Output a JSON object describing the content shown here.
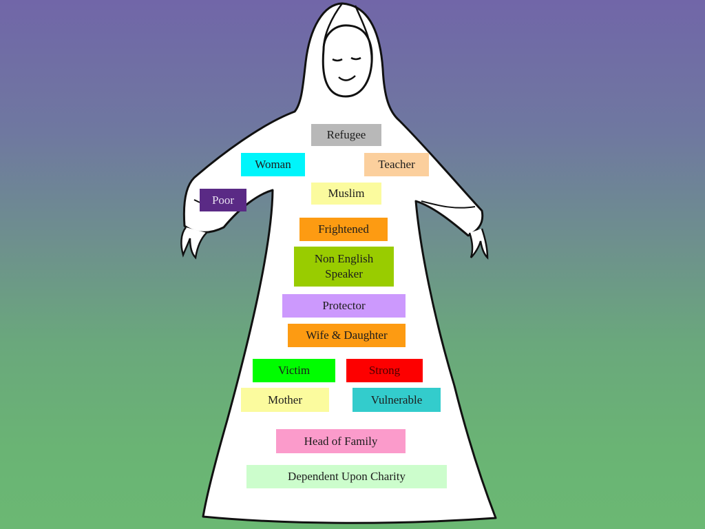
{
  "labels": {
    "refugee": "Refugee",
    "woman": "Woman",
    "teacher": "Teacher",
    "muslim": "Muslim",
    "poor": "Poor",
    "frightened": "Frightened",
    "non_english_line1": "Non English",
    "non_english_line2": "Speaker",
    "protector": "Protector",
    "wife_daughter": "Wife & Daughter",
    "victim": "Victim",
    "strong": "Strong",
    "mother": "Mother",
    "vulnerable": "Vulnerable",
    "head_of_family": "Head of Family",
    "dependent_upon_charity": "Dependent Upon Charity"
  },
  "colors": {
    "refugee": "#b8b8b8",
    "woman": "#00f5fb",
    "teacher": "#fbcf9d",
    "muslim": "#fbfb9e",
    "poor": "#5a2a85",
    "frightened": "#fd9b12",
    "non_english_speaker": "#99cc00",
    "protector": "#cc99fd",
    "wife_daughter": "#fd9b12",
    "victim": "#00fd00",
    "strong": "#fd0000",
    "mother": "#fbfb9e",
    "vulnerable": "#33cccc",
    "head_of_family": "#fb9bcb",
    "dependent_upon_charity": "#ccfdcc"
  }
}
